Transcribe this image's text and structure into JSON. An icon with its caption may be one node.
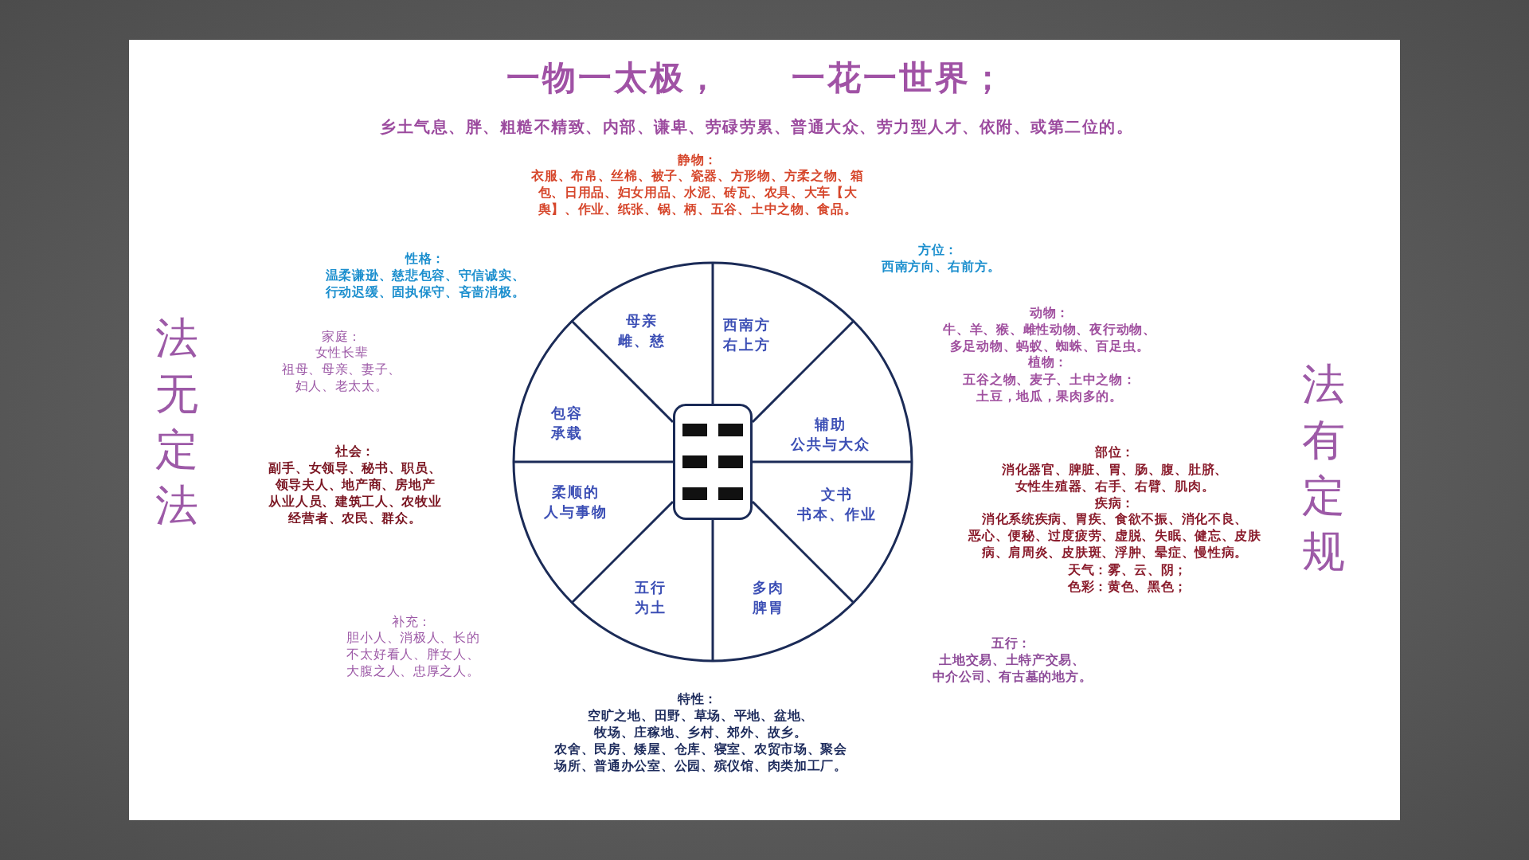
{
  "diagram": {
    "title": "一物一太极， 一花一世界；",
    "nodes": [
      {
        "text": [
          "母亲",
          "雌、慈"
        ]
      },
      {
        "text": [
          "西南方",
          "右上方"
        ]
      },
      {
        "text": [
          "辅助",
          "公共与大众"
        ]
      },
      {
        "text": [
          "文书",
          "书本、作业"
        ]
      },
      {
        "text": [
          "多肉",
          "脾胃"
        ]
      },
      {
        "text": [
          "五行",
          "为土"
        ]
      },
      {
        "text": [
          "柔顺的",
          "人与事物"
        ]
      },
      {
        "text": [
          "包容",
          "承载"
        ]
      },
      {
        "text": [],
        "shape": "box"
      }
    ],
    "labels": [
      "乡土气息、胖、粗糙不精致、内部、谦卑、劳碌劳累、普通大众、劳力型人才、依附、或第二位的。",
      "静物：",
      "衣服、布帛、丝棉、被子、瓷器、方形物、方柔之物、箱包、日用品、妇女用品、水泥、砖瓦、农具、大车【大舆】、作业、纸张、锅、柄、五谷、土中之物、食品。",
      "性格：",
      "温柔谦逊、慈悲包容、守信诚实、行动迟缓、固执保守、吝啬消极。",
      "方位：",
      "西南方向、右前方。",
      "法无定法",
      "家庭：",
      "女性长辈",
      "祖母、母亲、妻子、妇人、老太太。",
      "动物：",
      "牛、羊、猴、雌性动物、夜行动物、多足动物、蚂蚁、蜘蛛、百足虫。",
      "植物：",
      "五谷之物、麦子、土中之物：土豆，地瓜，果肉多的。",
      "法有定规",
      "社会：",
      "副手、女领导、秘书、职员、领导夫人、地产商、房地产从业人员、建筑工人、农牧业经营者、农民、群众。",
      "部位：",
      "消化器官、脾脏、胃、肠、腹、肚脐、女性生殖器、右手、右臂、肌肉。",
      "疾病：",
      "消化系统疾病、胃疾、食欲不振、消化不良、恶心、便秘、过度疲劳、虚脱、失眠、健忘、皮肤病、肩周炎、皮肤斑、浮肿、晕症、慢性病。",
      "天气：雾、云、阴；",
      "色彩：黄色、黑色；",
      "补充：",
      "胆小人、消极人、长的不太好看人、胖女人、大腹之人、忠厚之人。",
      "五行：",
      "土地交易、土特产交易、中介公司、有古墓的地方。",
      "特性：",
      "空旷之地、田野、草场、平地、盆地、牧场、庄稼地、乡村、郊外、故乡。",
      "农舍、民房、矮屋、仓库、寝室、农贸市场、聚会场所、普通办公室、公园、殡仪馆、肉类加工厂。"
    ]
  }
}
